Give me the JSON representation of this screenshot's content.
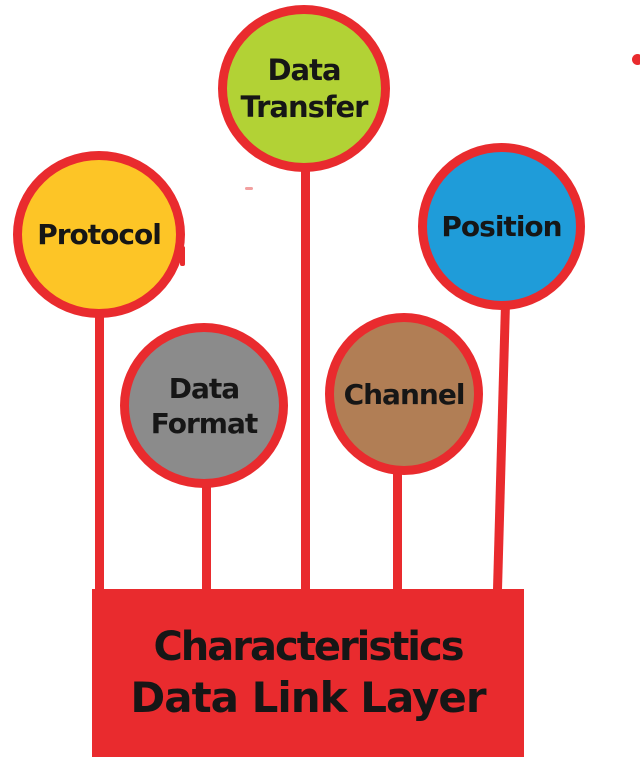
{
  "diagram": {
    "box": {
      "title_line1": "Characteristics",
      "title_line2": "Data Link Layer",
      "fill": "#e92b2e"
    },
    "nodes": [
      {
        "id": "data-transfer",
        "lines": [
          "Data",
          "Transfer"
        ],
        "fill": "#b2d235"
      },
      {
        "id": "protocol",
        "lines": [
          "Protocol"
        ],
        "fill": "#fdc526"
      },
      {
        "id": "position",
        "lines": [
          "Position"
        ],
        "fill": "#1f9cd9"
      },
      {
        "id": "data-format",
        "lines": [
          "Data",
          "Format"
        ],
        "fill": "#8b8b8b"
      },
      {
        "id": "channel",
        "lines": [
          "Channel"
        ],
        "fill": "#b17e55"
      }
    ],
    "colors": {
      "connector": "#e92b2e",
      "circle_border": "#e92b2e",
      "text": "#161616",
      "background": "#ffffff"
    }
  }
}
